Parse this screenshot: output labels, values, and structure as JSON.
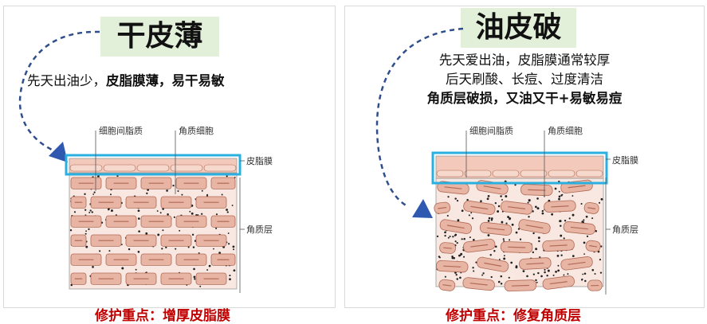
{
  "left": {
    "title": "干皮薄",
    "desc_normal": "先天出油少，",
    "desc_bold": "皮脂膜薄，易干易敏",
    "labels": {
      "intercellular": "细胞间脂质",
      "keratinocyte": "角质细胞",
      "sebum_film": "皮脂膜",
      "stratum_corneum": "角质层"
    },
    "footer": "修护重点：增厚皮脂膜"
  },
  "right": {
    "title": "油皮破",
    "desc_line1": "先天爱出油，皮脂膜通常较厚",
    "desc_line2": "后天刷酸、长痘、过度清洁",
    "desc_line3": "角质层破损，又油又干+易敏易痘",
    "labels": {
      "intercellular": "细胞间脂质",
      "keratinocyte": "角质细胞",
      "sebum_film": "皮脂膜",
      "stratum_corneum": "角质层"
    },
    "footer": "修护重点：修复角质层"
  },
  "colors": {
    "title_bg": "#e2efd9",
    "highlight": "#2ab0e0",
    "arrow": "#2f4e8c",
    "footer": "#c00000",
    "cell": "#e8b5a4",
    "cell_border": "#b06a55",
    "matrix": "#f9e8e1"
  }
}
